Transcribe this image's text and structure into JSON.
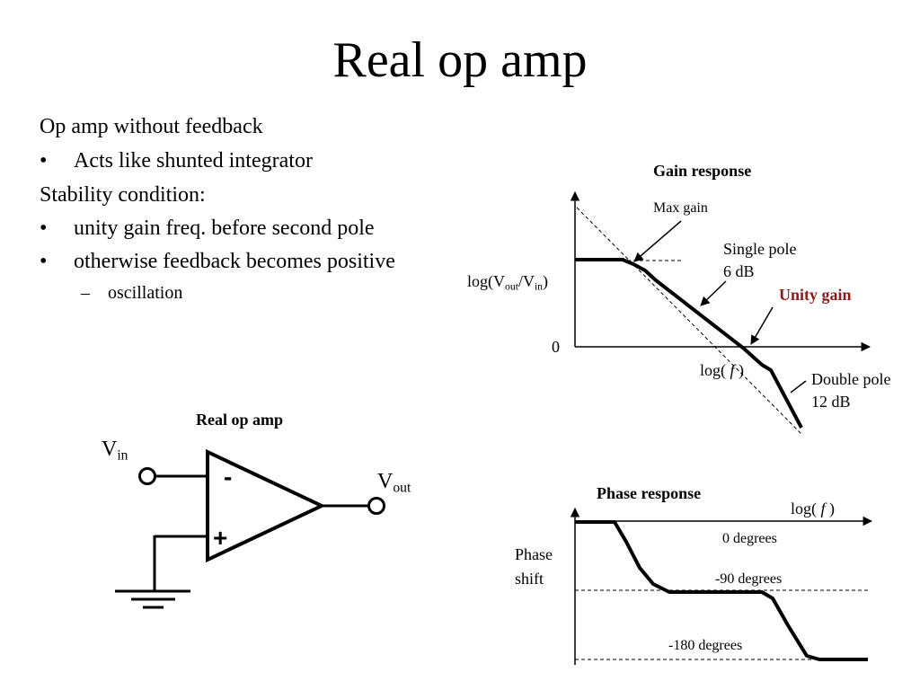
{
  "slide": {
    "title": "Real op amp"
  },
  "bullets": [
    {
      "text": "Op amp without feedback",
      "level": 0
    },
    {
      "text": "Acts like shunted integrator",
      "level": 1,
      "marker": "•"
    },
    {
      "text": "Stability condition:",
      "level": 0
    },
    {
      "text": "unity gain freq. before second pole",
      "level": 1,
      "marker": "•"
    },
    {
      "text": "otherwise feedback becomes positive",
      "level": 1,
      "marker": "•"
    },
    {
      "text": "oscillation",
      "level": 2,
      "marker": "–"
    }
  ],
  "gain_plot": {
    "title": "Gain response",
    "ylabel": {
      "pre": "log(V",
      "sub1": "out",
      "mid": "/V",
      "sub2": "in",
      "post": ")"
    },
    "xlabel": {
      "pre": "log( ",
      "italic": "f",
      "post": " )"
    },
    "zero_label": "0",
    "annotations": {
      "max_gain": "Max gain",
      "single_pole": [
        "Single pole",
        "6 dB"
      ],
      "unity_gain": "Unity gain",
      "double_pole": [
        "Double pole",
        "12 dB"
      ]
    }
  },
  "phase_plot": {
    "title": "Phase response",
    "xlabel": {
      "pre": "log( ",
      "italic": "f",
      "post": " )"
    },
    "ylabel": [
      "Phase",
      "shift"
    ],
    "levels": [
      "0 degrees",
      "-90 degrees",
      "-180 degrees"
    ]
  },
  "circuit": {
    "title": "Real op amp",
    "vin": {
      "main": "V",
      "sub": "in"
    },
    "vout": {
      "main": "V",
      "sub": "out"
    },
    "minus": "-",
    "plus": "+"
  }
}
